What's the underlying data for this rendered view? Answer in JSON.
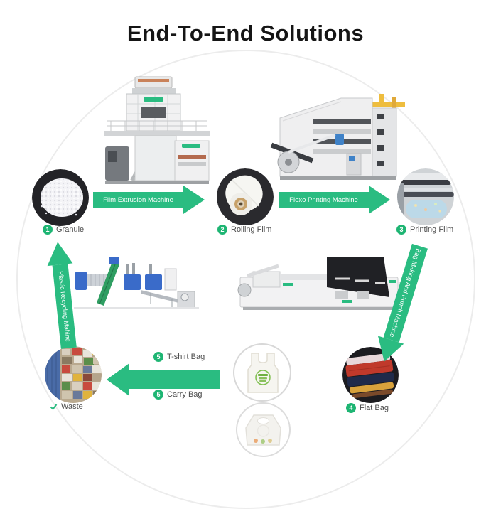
{
  "title": "End-To-End Solutions",
  "colors": {
    "arrow_green": "#2abc81",
    "badge_green": "#1eb573",
    "title_text": "#151515",
    "label_text": "#4c4c4c",
    "circle_border": "#ececec"
  },
  "arrows": {
    "film_extrusion": {
      "label": "Film Extrusion Machine"
    },
    "flexo_printing": {
      "label": "Flexo Pnnting Machine"
    },
    "bag_punch": {
      "label": "Bag Making And Punch Machine"
    },
    "recycling": {
      "label": "Plastic Recycling Mahine"
    }
  },
  "steps": {
    "granule": {
      "num": "1",
      "label": "Granule"
    },
    "rolling_film": {
      "num": "2",
      "label": "Rolling Film"
    },
    "printing_film": {
      "num": "3",
      "label": "Printing Film"
    },
    "flat_bag": {
      "num": "4",
      "label": "Flat Bag"
    },
    "tshirt_bag": {
      "num": "5",
      "label": "T-shirt Bag"
    },
    "carry_bag": {
      "num": "5",
      "label": "Carry Bag"
    },
    "waste": {
      "label": "Waste"
    }
  }
}
